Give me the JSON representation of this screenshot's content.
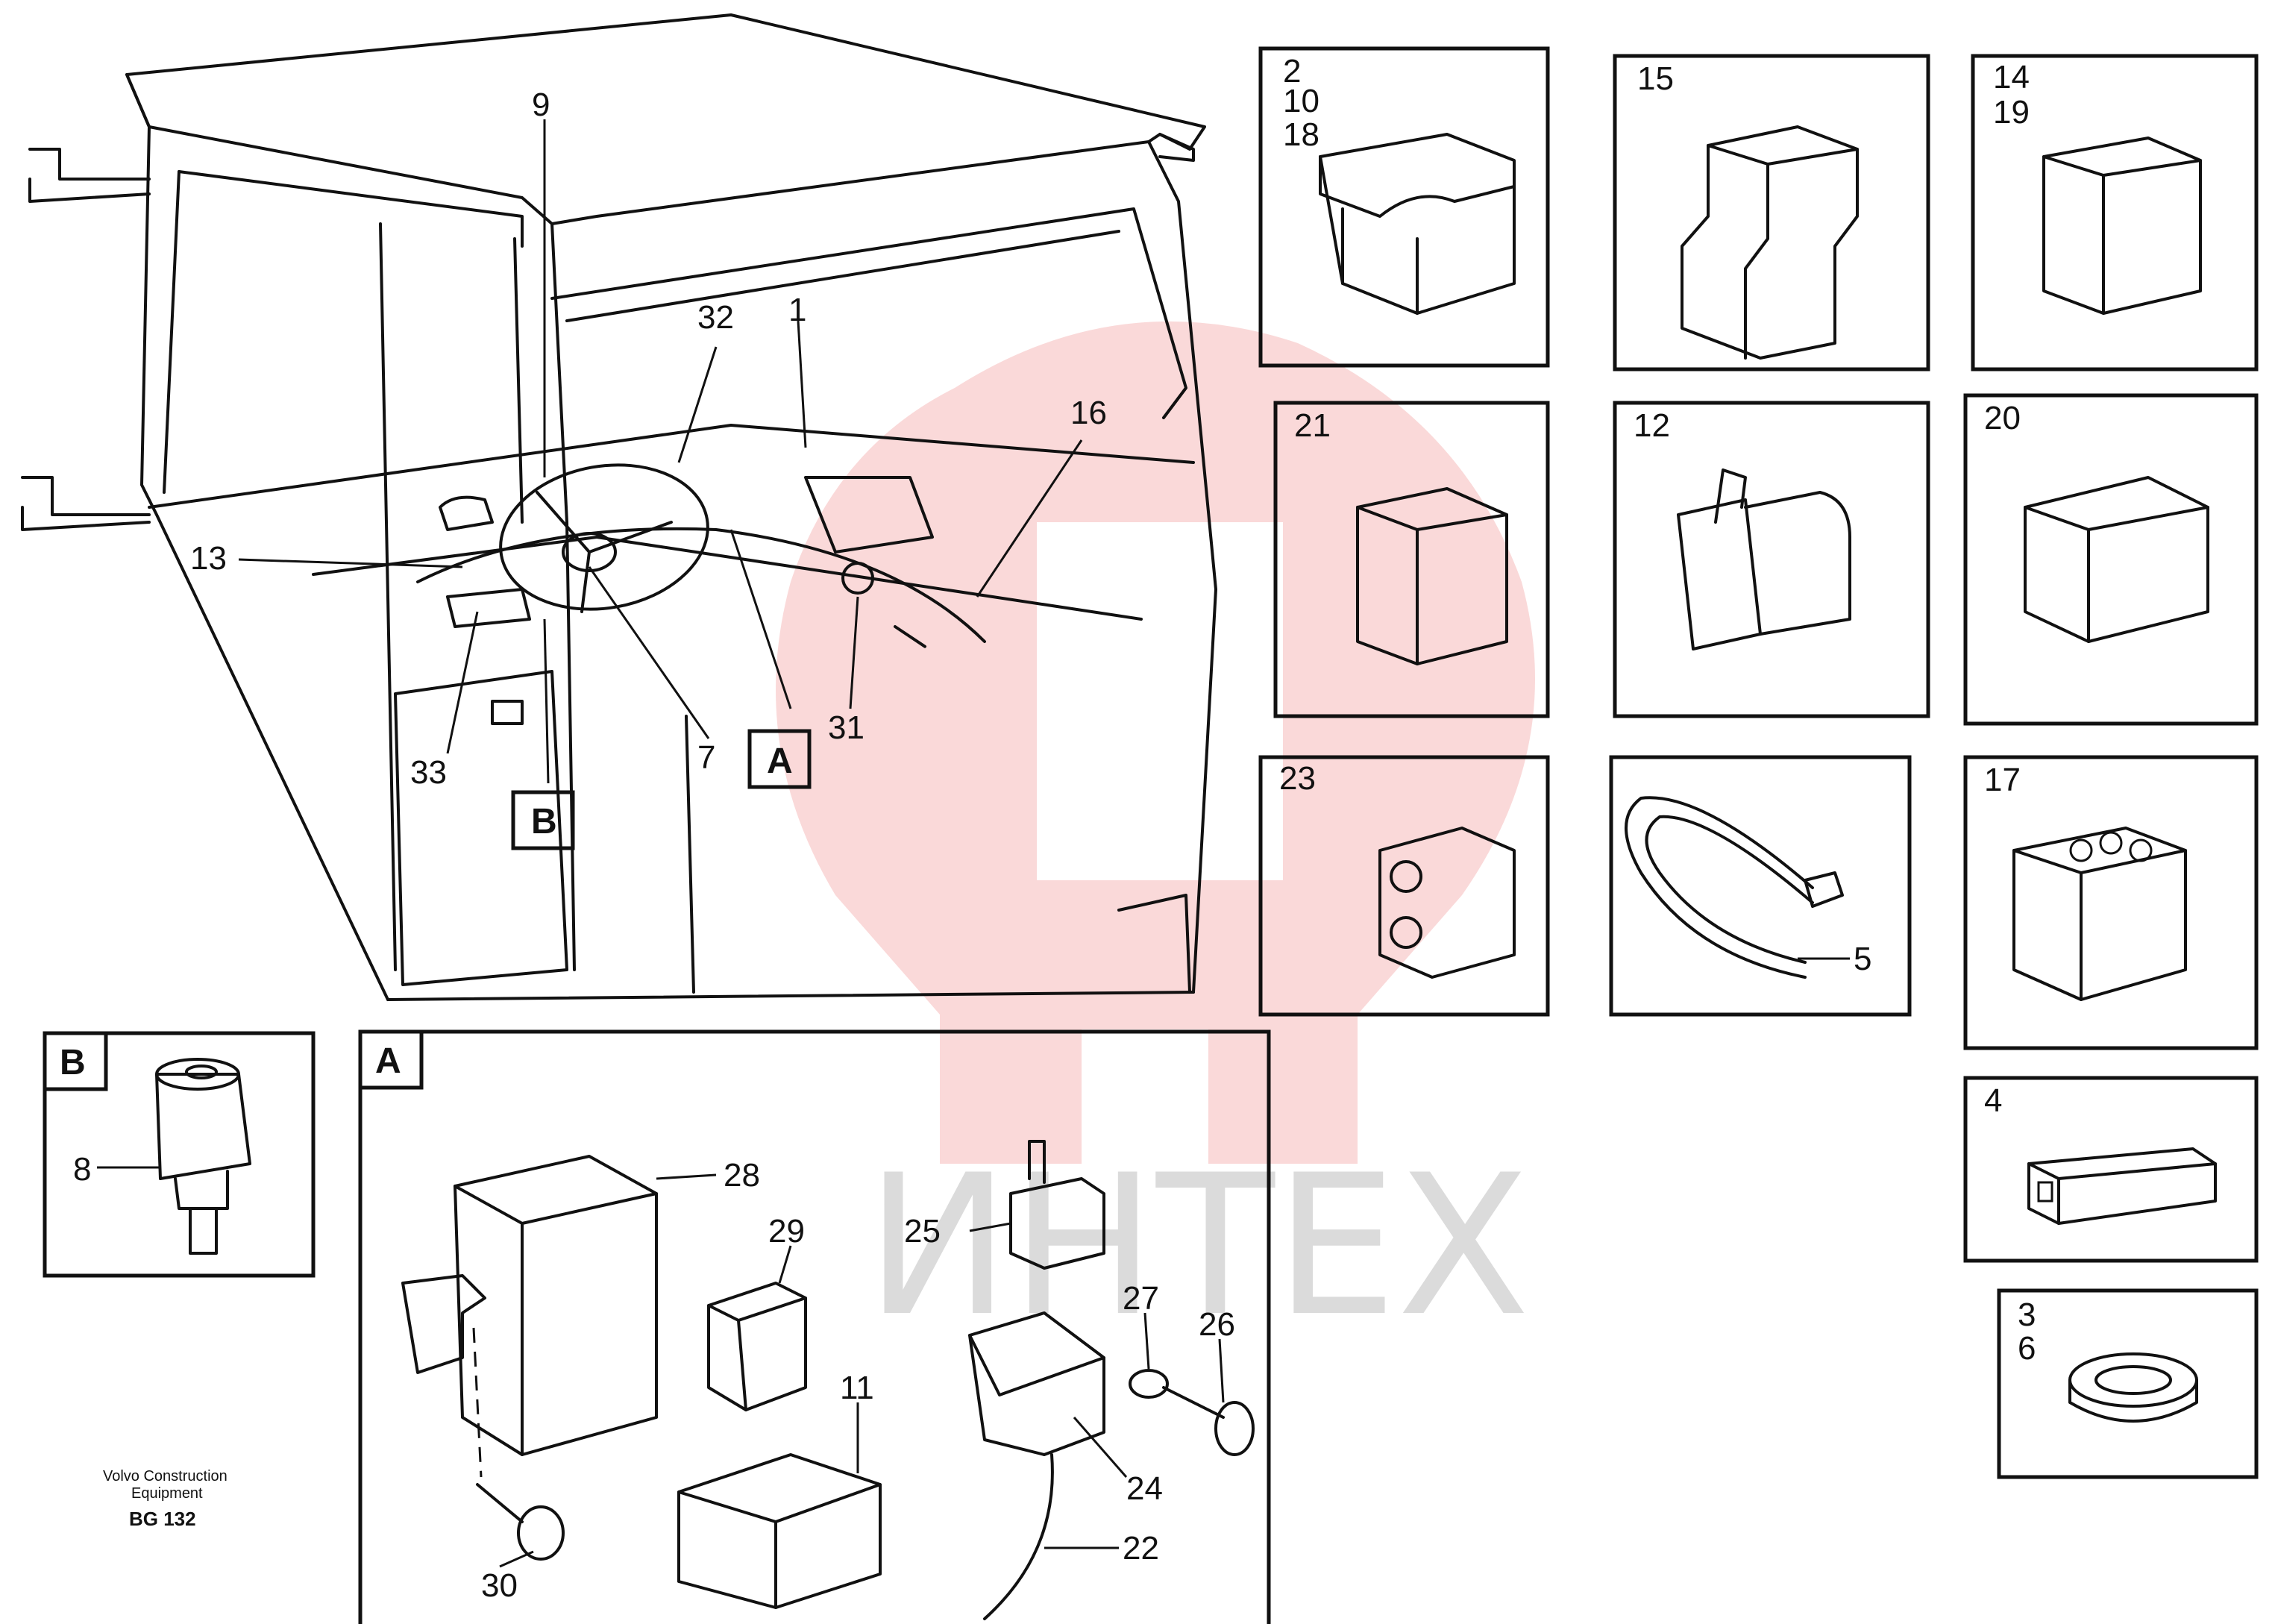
{
  "watermark": {
    "text": "ИНТЕХ",
    "color": "#e85050"
  },
  "cab": {
    "labels": [
      "9",
      "32",
      "1",
      "16",
      "13",
      "31",
      "7",
      "33"
    ],
    "ref_a": "A",
    "ref_b": "B"
  },
  "detail_b": {
    "tag": "B",
    "labels": [
      "8"
    ]
  },
  "detail_a": {
    "tag": "A",
    "labels": [
      "28",
      "29",
      "25",
      "27",
      "26",
      "11",
      "24",
      "22",
      "30"
    ]
  },
  "panels": {
    "p1": [
      "2",
      "10",
      "18"
    ],
    "p2": [
      "15"
    ],
    "p3": [
      "14",
      "19"
    ],
    "p4": [
      "21"
    ],
    "p5": [
      "12"
    ],
    "p6": [
      "20"
    ],
    "p7": [
      "23"
    ],
    "p8": [
      "5"
    ],
    "p9": [
      "17"
    ],
    "p10": [
      "4"
    ],
    "p11": [
      "3",
      "6"
    ]
  },
  "footer": {
    "line1": "Volvo Construction",
    "line2": "Equipment",
    "code": "BG 132"
  }
}
